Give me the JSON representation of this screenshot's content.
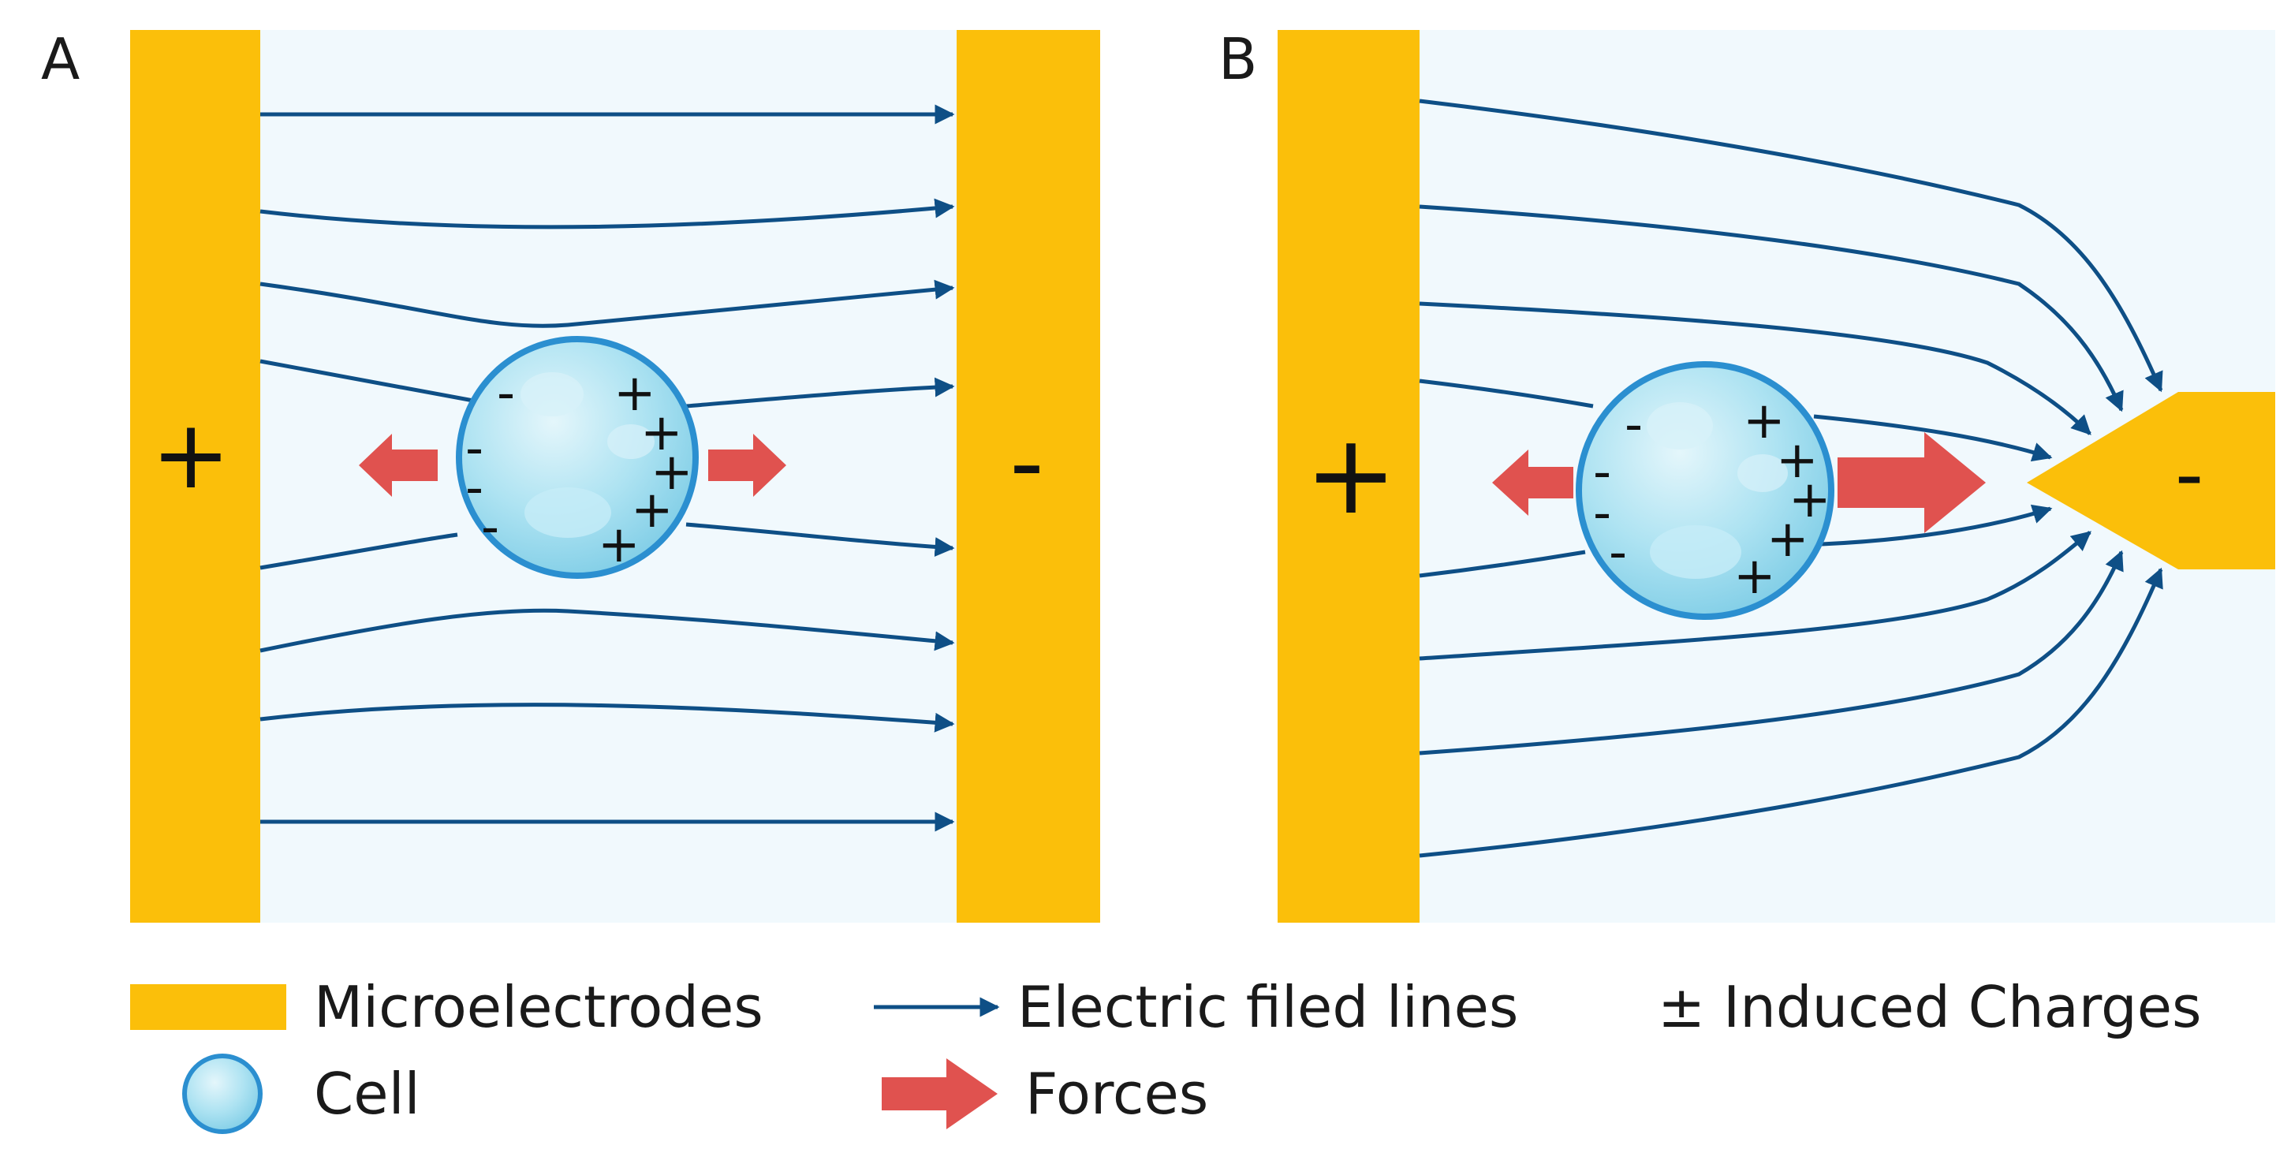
{
  "panels": [
    {
      "letter": "A",
      "positive_sign": "+",
      "negative_sign": "-"
    },
    {
      "letter": "B",
      "positive_sign": "+",
      "negative_sign": "-"
    }
  ],
  "cell_charges": {
    "negative": "-",
    "positive": "+"
  },
  "legend": {
    "microelectrodes": "Microelectrodes",
    "field_lines": "Electric filed lines",
    "charges_symbol": "±",
    "charges": "Induced Charges",
    "cell": "Cell",
    "forces": "Forces"
  },
  "colors": {
    "electrode": "#fbbf0a",
    "field_line": "#0e4f86",
    "force": "#e0524f",
    "cell_fill": "#aee3f2",
    "cell_border": "#2b8fd0",
    "panel_bg": "#f1f9fd"
  }
}
